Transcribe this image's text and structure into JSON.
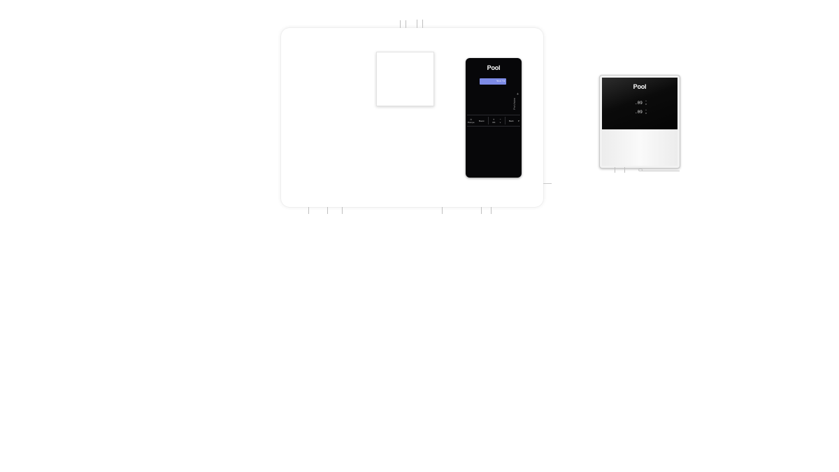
{
  "colors": {
    "panel": "#070709",
    "lcd": "#7d8be6",
    "enclosure": "#ffffff"
  },
  "main_unit": {
    "logo": "Pool",
    "lcd_text": "% 4 7 5",
    "side_label": "ProVision",
    "plus_symbol": "+",
    "keypad": {
      "left_key": "Pompe",
      "second_key": "Boost",
      "menu_key": "OK",
      "nav_up": "^",
      "nav_down": "v",
      "right_key": "Back",
      "end_key": "P"
    },
    "icons": [
      "power-icon",
      "nav-arrows-icon"
    ]
  },
  "remote": {
    "logo": "Pool",
    "readout_1": ".09",
    "readout_2": ".09",
    "up": "^",
    "down": "v"
  }
}
